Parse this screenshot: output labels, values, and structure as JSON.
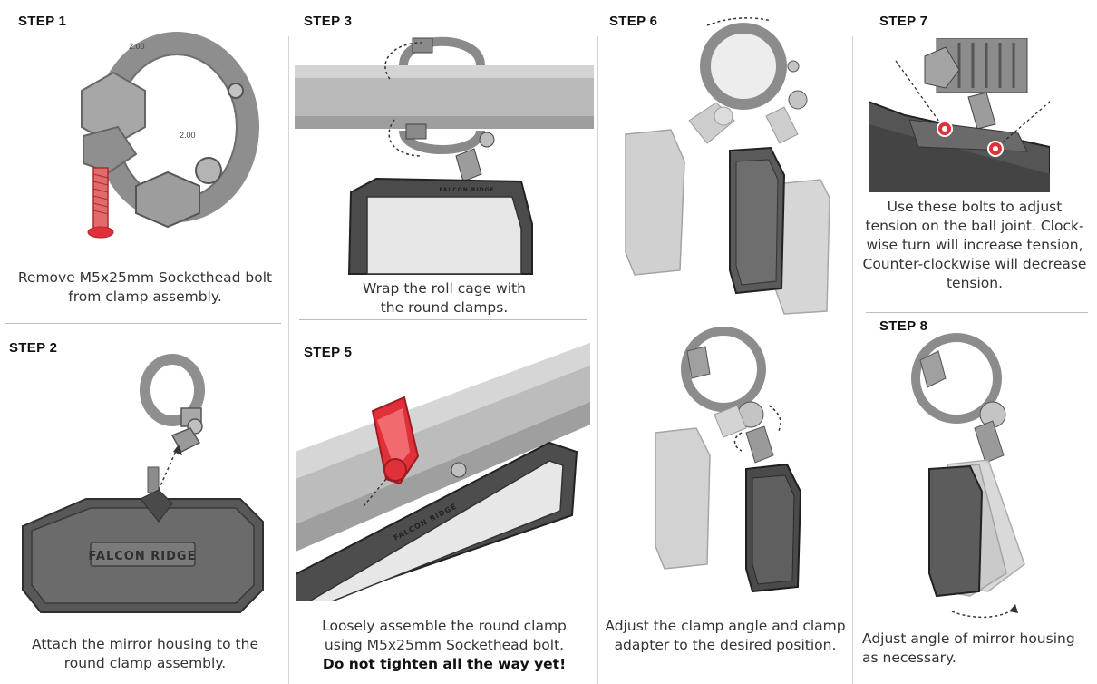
{
  "steps": {
    "step1": {
      "title": "STEP 1",
      "caption": [
        "Remove M5x25mm Sockethead bolt",
        "from clamp assembly."
      ],
      "clamp_marks": [
        "2.00",
        "2.00"
      ]
    },
    "step2": {
      "title": "STEP 2",
      "caption": [
        "Attach the mirror housing to the",
        "round clamp assembly."
      ],
      "brand": "FALCON RIDGE"
    },
    "step3": {
      "title": "STEP 3",
      "caption": [
        "Wrap the roll cage with",
        "the round clamps."
      ],
      "brand": "FALCON RIDGE"
    },
    "step5": {
      "title": "STEP 5",
      "caption": [
        "Loosely assemble the round clamp",
        "using M5x25mm Sockethead bolt."
      ],
      "warning": "Do not tighten all the way yet!",
      "brand": "FALCON RIDGE"
    },
    "step6": {
      "title": "STEP 6",
      "caption": [
        "Adjust the clamp angle and clamp",
        "adapter to the desired position."
      ]
    },
    "step7": {
      "title": "STEP 7",
      "caption": [
        "Use these bolts to adjust",
        "tension on the ball joint. Clock-",
        "wise turn will increase tension,",
        "Counter-clockwise will decrease",
        "tension."
      ]
    },
    "step8": {
      "title": "STEP 8",
      "caption": [
        "Adjust angle of mirror housing",
        "as necessary."
      ]
    }
  },
  "colors": {
    "part_gray": "#9a9a9a",
    "part_dark": "#444444",
    "accent_red": "#e0303a",
    "tube_gray": "#b8b8b8"
  }
}
